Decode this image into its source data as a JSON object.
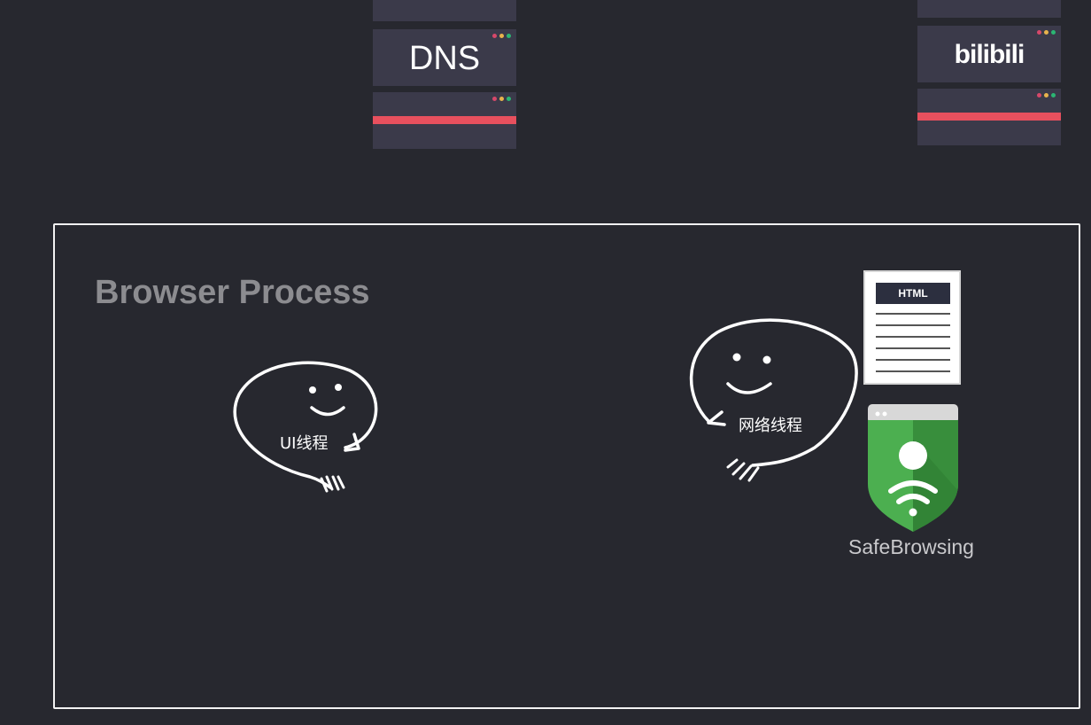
{
  "dns_server": {
    "label": "DNS"
  },
  "bili_server": {
    "label": "bilibili"
  },
  "colors": {
    "background": "#27282f",
    "server_body": "#3b3a4a",
    "stripe": "#e8505e",
    "dot_red": "#d6486a",
    "dot_yellow": "#e8b34c",
    "dot_green": "#2bb673",
    "shield_light": "#4caf50",
    "shield_dark": "#388e3c"
  },
  "process": {
    "title": "Browser Process"
  },
  "ui_thread": {
    "label": "UI线程"
  },
  "network_thread": {
    "label": "网络线程"
  },
  "html_doc": {
    "header": "HTML"
  },
  "safebrowsing": {
    "label": "SafeBrowsing"
  }
}
